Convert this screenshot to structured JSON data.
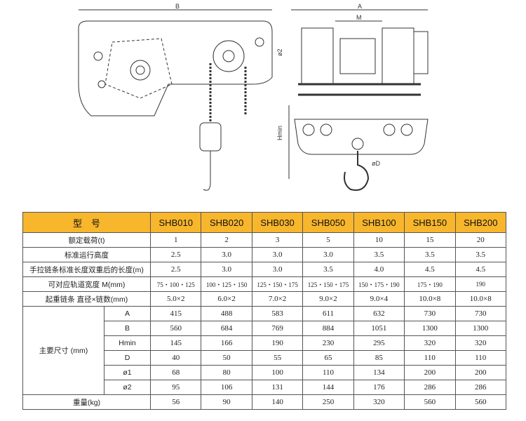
{
  "drawing": {
    "labels": {
      "b": "B",
      "a": "A",
      "m": "M",
      "phi2": "ø2",
      "hmin": "Hmin",
      "phid": "øD"
    }
  },
  "table": {
    "header_label": "型　号",
    "models": [
      "SHB010",
      "SHB020",
      "SHB030",
      "SHB050",
      "SHB100",
      "SHB150",
      "SHB200"
    ],
    "rows": [
      {
        "label": "额定载荷(t)",
        "values": [
          "1",
          "2",
          "3",
          "5",
          "10",
          "15",
          "20"
        ]
      },
      {
        "label": "标准运行高度",
        "values": [
          "2.5",
          "3.0",
          "3.0",
          "3.0",
          "3.5",
          "3.5",
          "3.5"
        ]
      },
      {
        "label": "手拉链条标准长度双重后的长度(m)",
        "values": [
          "2.5",
          "3.0",
          "3.0",
          "3.5",
          "4.0",
          "4.5",
          "4.5"
        ]
      },
      {
        "label": "可对应轨道宽度 M(mm)",
        "values": [
          "75・100・125",
          "100・125・150",
          "125・150・175",
          "125・150・175",
          "150・175・190",
          "175・190",
          "190"
        ]
      },
      {
        "label": "起重链条 直径×链数(mm)",
        "values": [
          "5.0×2",
          "6.0×2",
          "7.0×2",
          "9.0×2",
          "9.0×4",
          "10.0×8",
          "10.0×8"
        ]
      }
    ],
    "dims_label": "主要尺寸 (mm)",
    "dims": [
      {
        "label": "A",
        "values": [
          "415",
          "488",
          "583",
          "611",
          "632",
          "730",
          "730"
        ]
      },
      {
        "label": "B",
        "values": [
          "560",
          "684",
          "769",
          "884",
          "1051",
          "1300",
          "1300"
        ]
      },
      {
        "label": "Hmin",
        "values": [
          "145",
          "166",
          "190",
          "230",
          "295",
          "320",
          "320"
        ]
      },
      {
        "label": "D",
        "values": [
          "40",
          "50",
          "55",
          "65",
          "85",
          "110",
          "110"
        ]
      },
      {
        "label": "ø1",
        "values": [
          "68",
          "80",
          "100",
          "110",
          "134",
          "200",
          "200"
        ]
      },
      {
        "label": "ø2",
        "values": [
          "95",
          "106",
          "131",
          "144",
          "176",
          "286",
          "286"
        ]
      }
    ],
    "weight": {
      "label": "重量(kg)",
      "values": [
        "56",
        "90",
        "140",
        "250",
        "320",
        "560",
        "560"
      ]
    }
  }
}
